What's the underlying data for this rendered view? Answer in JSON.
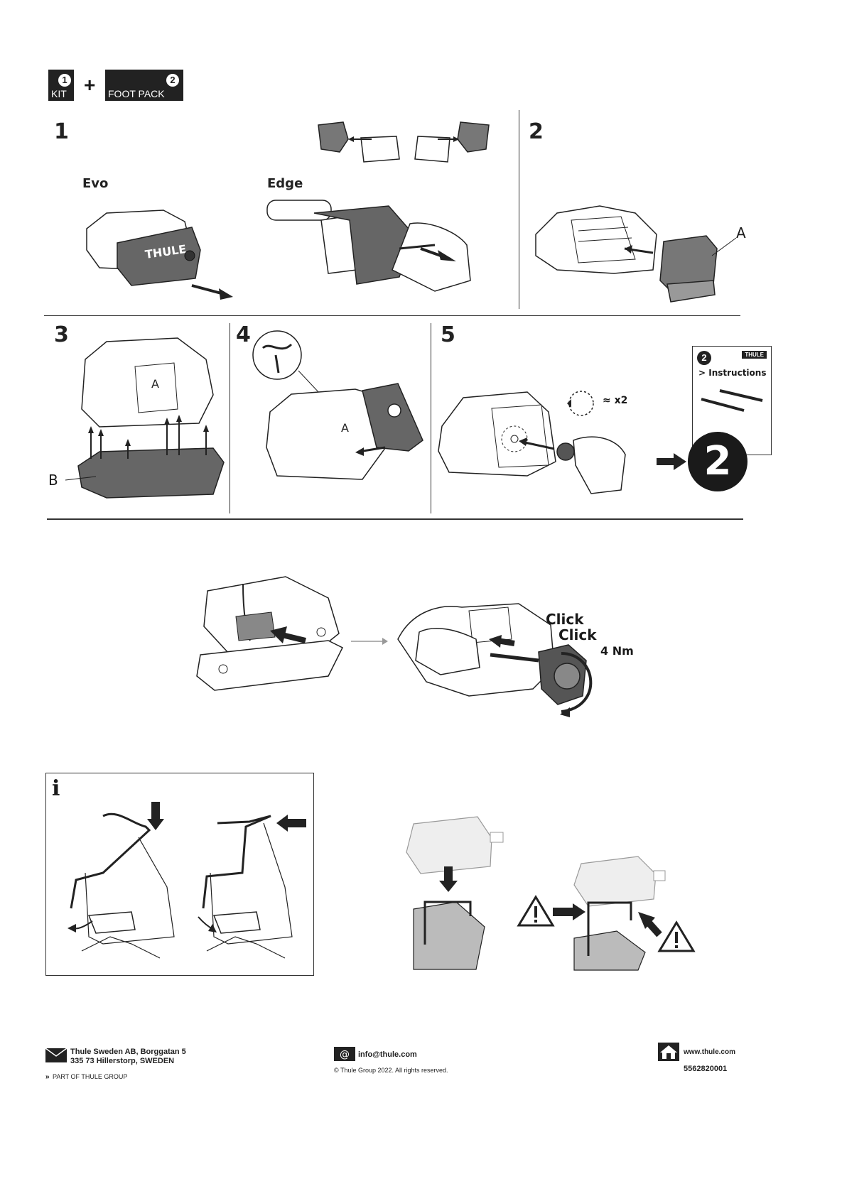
{
  "header": {
    "kit_number": "1",
    "kit_label": "KIT",
    "plus": "+",
    "foot_pack_number": "2",
    "foot_pack_label": "FOOT PACK"
  },
  "steps": {
    "step1": {
      "number": "1",
      "label_evo": "Evo",
      "label_edge": "Edge",
      "foot_brand": "THULE"
    },
    "step2": {
      "number": "2",
      "callout": "A"
    },
    "step3": {
      "number": "3",
      "callout": "B",
      "part_mark": "A"
    },
    "step4": {
      "number": "4",
      "part_mark": "A"
    },
    "step5": {
      "number": "5",
      "repeat": "x2"
    },
    "next": {
      "booklet_number": "2",
      "booklet_brand": "THULE",
      "booklet_title": "> Instructions",
      "next_number": "2"
    }
  },
  "torque": {
    "click1": "Click",
    "click2": "Click",
    "torque_value": "4 Nm"
  },
  "info_box": {
    "icon": "i"
  },
  "footer": {
    "company_line1": "Thule Sweden AB, Borggatan 5",
    "company_line2": "335 73 Hillerstorp, SWEDEN",
    "group": "PART OF THULE GROUP",
    "email": "info@thule.com",
    "copyright": "© Thule Group 2022. All rights reserved.",
    "website": "www.thule.com",
    "doc_number": "5562820001"
  },
  "icons": [
    "envelope-icon",
    "at-icon",
    "house-icon",
    "warning-icon",
    "chevrons-icon",
    "info-icon"
  ]
}
